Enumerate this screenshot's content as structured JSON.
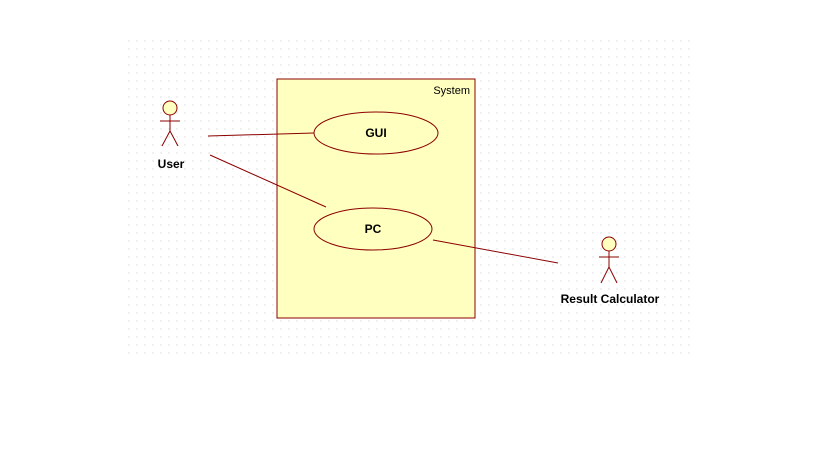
{
  "system": {
    "label": "System"
  },
  "actors": {
    "user": {
      "label": "User"
    },
    "result_calculator": {
      "label": "Result Calculator"
    }
  },
  "use_cases": {
    "gui": {
      "label": "GUI"
    },
    "pc": {
      "label": "PC"
    }
  },
  "colors": {
    "line": "#8b0000",
    "fill": "#ffffc0",
    "grid_dot": "#d8d8d8",
    "text": "#000000"
  }
}
